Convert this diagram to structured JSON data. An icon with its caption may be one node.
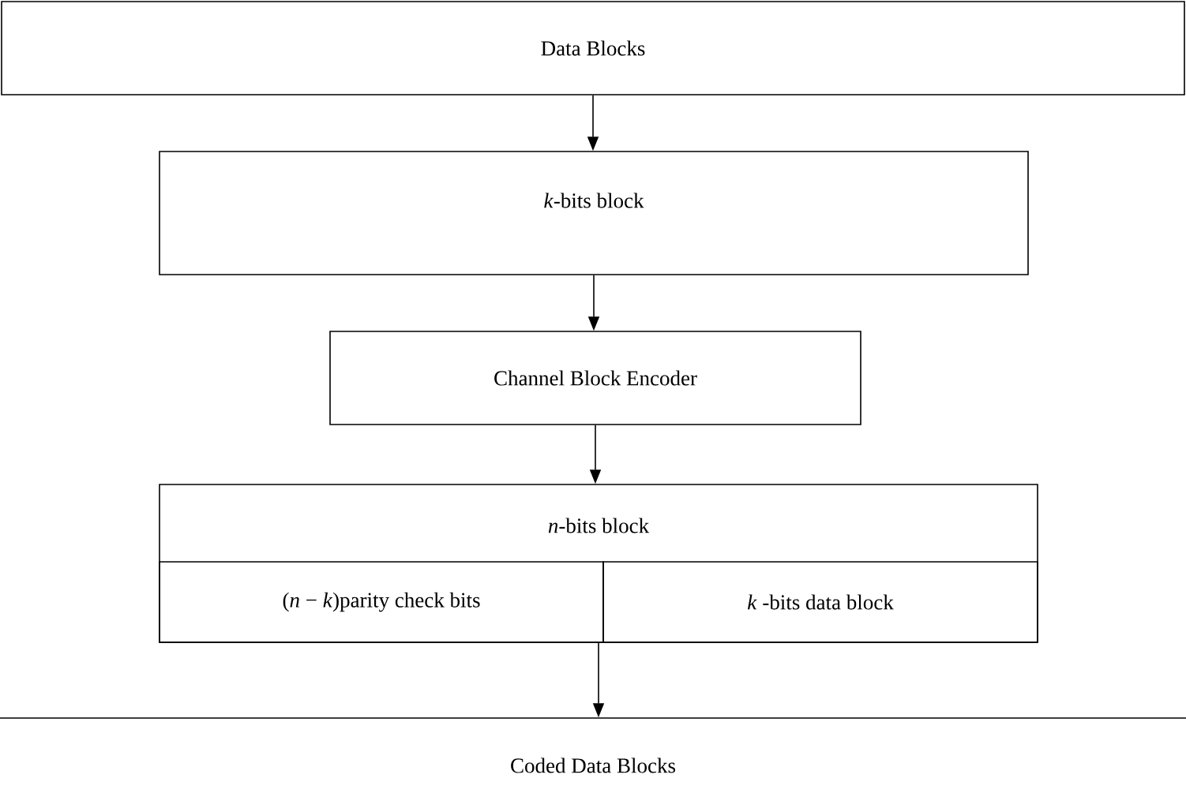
{
  "diagram": {
    "nodes": [
      {
        "text": [
          "Data Blocks"
        ]
      },
      {
        "text": [
          "*k*-bits block"
        ]
      },
      {
        "text": [
          "Channel Block Encoder"
        ]
      },
      {
        "text": [
          "*n*-bits block"
        ]
      },
      {
        "text": [
          "(*n* − *k*)parity check bits"
        ],
        "in": 3
      },
      {
        "text": [
          "*k* -bits data block"
        ],
        "in": 3
      },
      {
        "text": [
          "Coded Data Blocks"
        ]
      }
    ],
    "edges": [
      {
        "from": 0,
        "to": 1,
        "arrow": "to"
      },
      {
        "from": 1,
        "to": 2,
        "arrow": "to"
      },
      {
        "from": 2,
        "to": 3,
        "arrow": "to"
      },
      {
        "from": 3,
        "to": 6,
        "arrow": "to"
      }
    ]
  }
}
